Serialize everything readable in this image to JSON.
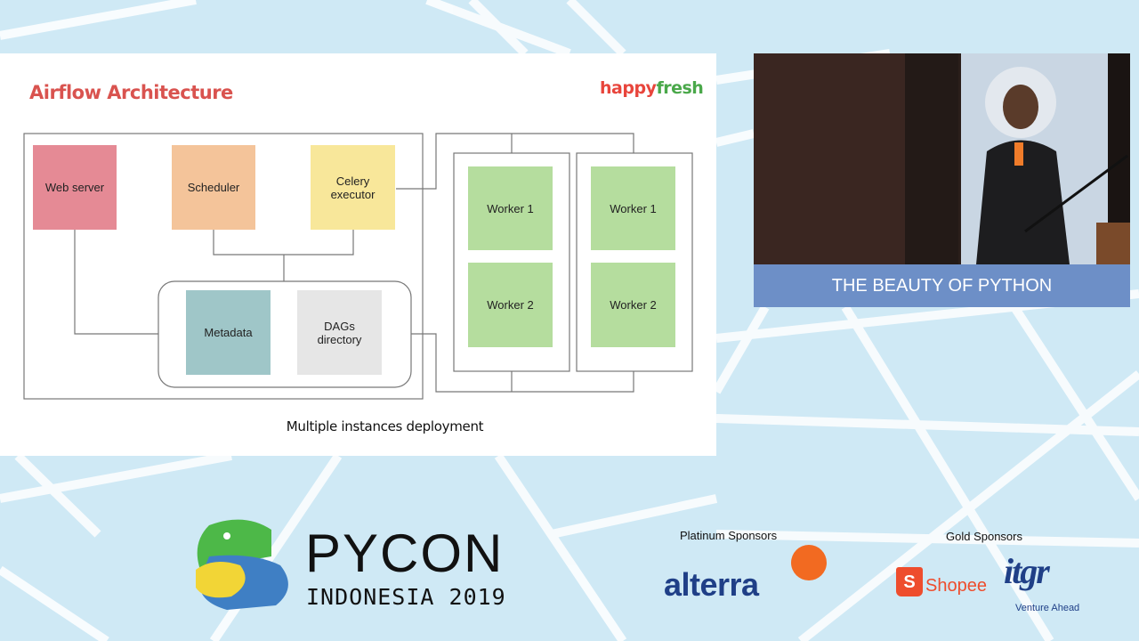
{
  "slide": {
    "title": "Airflow Architecture",
    "brand_part1": "happy",
    "brand_part2": "fresh",
    "caption": "Multiple instances deployment",
    "nodes": {
      "web_server": "Web server",
      "scheduler": "Scheduler",
      "celery_executor": "Celery executor",
      "metadata": "Metadata",
      "dags_directory": "DAGs directory",
      "worker1_a": "Worker 1",
      "worker2_a": "Worker 2",
      "worker1_b": "Worker 1",
      "worker2_b": "Worker 2"
    },
    "colors": {
      "title": "#d9534f",
      "web_server": "#e58a95",
      "scheduler": "#f4c49a",
      "celery_executor": "#f8e79a",
      "metadata": "#9fc6c8",
      "dags_directory": "#e6e6e6",
      "worker": "#b5dd9e"
    }
  },
  "video": {
    "caption": "THE BEAUTY OF PYTHON"
  },
  "footer": {
    "event_name": "PYCON",
    "event_subtitle": "INDONESIA 2019",
    "platinum_label": "Platinum Sponsors",
    "platinum_sponsor": "alterra",
    "gold_label": "Gold Sponsors",
    "gold_sponsor_1": "Shopee",
    "gold_sponsor_2": "itgr",
    "gold_sponsor_2_tagline": "Venture Ahead"
  }
}
